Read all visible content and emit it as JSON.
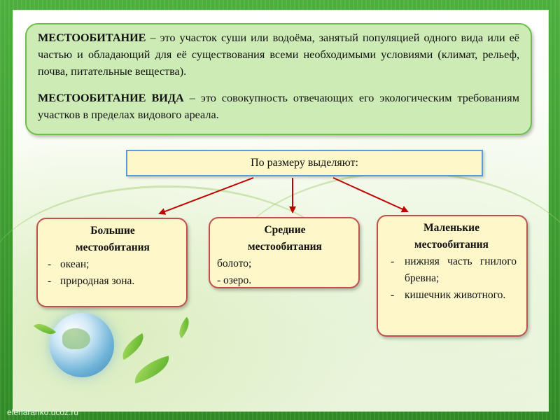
{
  "definitions": [
    {
      "term": "МЕСТООБИТАНИЕ",
      "text": " – это участок суши или водоёма, занятый популяцией одного вида или её частью и обладающий для её существования всеми необходимыми условиями (климат, рельеф, почва, питательные вещества)."
    },
    {
      "term": "МЕСТООБИТАНИЕ ВИДА",
      "text": " – это совокупность отвечающих его экологическим требованиям участков в пределах видового ареала."
    }
  ],
  "criterion": "По размеру  выделяют:",
  "categories": {
    "large": {
      "title_line1": "Большие",
      "title_line2": "местообитания",
      "items": [
        "океан;",
        "природная зона."
      ]
    },
    "medium": {
      "title_line1": "Средние",
      "title_line2": "местообитания",
      "items": [
        "болото;",
        "- озеро."
      ]
    },
    "small": {
      "title_line1": "Маленькие",
      "title_line2": "местообитания",
      "items": [
        "нижняя часть гнилого бревна;",
        "кишечник животного."
      ]
    }
  },
  "footer": {
    "site": "elenaranko.ucoz.ru"
  },
  "colors": {
    "definition_bg": "#cdebb5",
    "definition_border": "#6cc049",
    "box_bg": "#fdf7c9",
    "criterion_border": "#5b9bd5",
    "category_border": "#c0504d",
    "arrow": "#c00000",
    "frame": "#3f9a2e"
  }
}
